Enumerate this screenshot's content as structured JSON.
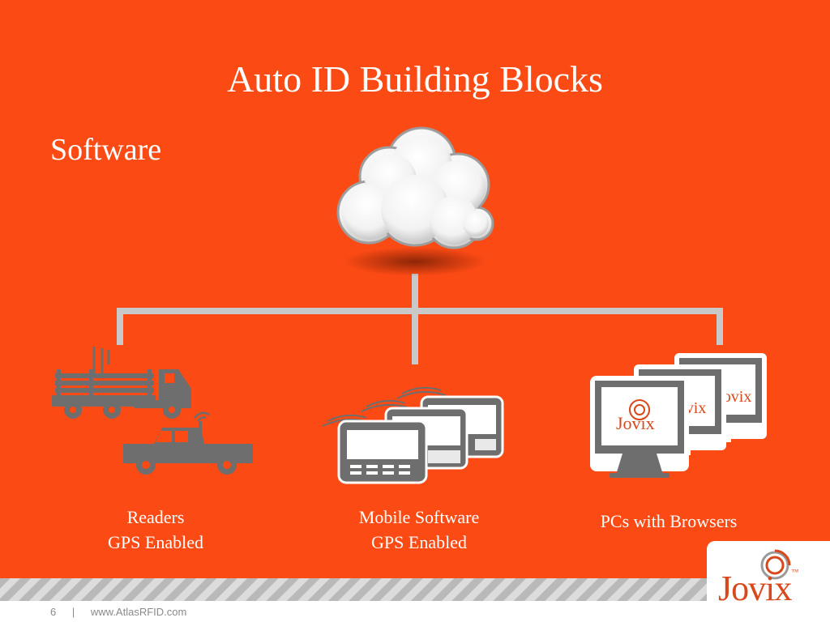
{
  "slide": {
    "title": "Auto ID Building Blocks",
    "subtitle": "Software",
    "background_color": "#fc4a14"
  },
  "diagram": {
    "root": {
      "name": "cloud",
      "icon": "cloud-icon"
    },
    "branches": [
      {
        "icon": "vehicles-icon",
        "label_lines": [
          "Readers",
          "GPS Enabled"
        ]
      },
      {
        "icon": "mobile-devices-icon",
        "label_lines": [
          "Mobile Software",
          "GPS Enabled"
        ]
      },
      {
        "icon": "monitors-icon",
        "label_lines": [
          "PCs with Browsers"
        ]
      }
    ],
    "screen_logo_text": "Jovix"
  },
  "footer": {
    "page_number": "6",
    "separator": "|",
    "url": "www.AtlasRFID.com"
  },
  "logo": {
    "text": "Jovix",
    "trademark": "™",
    "color": "#d8481c"
  }
}
